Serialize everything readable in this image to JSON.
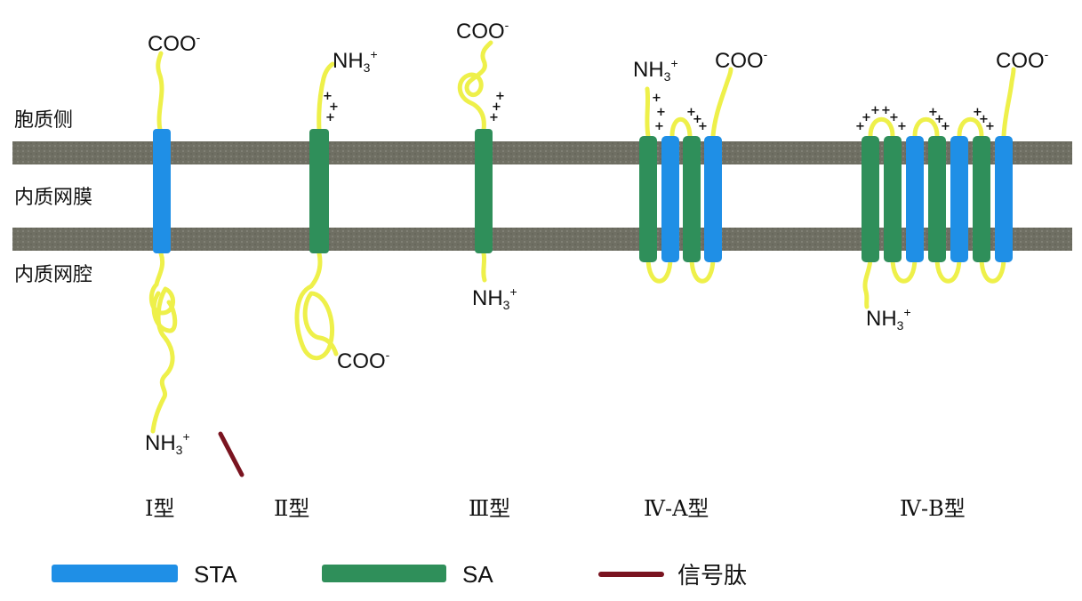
{
  "regions": {
    "cytoplasm": "胞质侧",
    "er_membrane": "内质网膜",
    "er_lumen": "内质网腔"
  },
  "termini": {
    "coo": "COO",
    "coo_charge": "-",
    "nh3": "NH",
    "nh3_sub": "3",
    "nh3_charge": "+"
  },
  "charge_symbol": "+",
  "types": [
    "Ⅰ型",
    "Ⅱ型",
    "Ⅲ型",
    "Ⅳ-A型",
    "Ⅳ-B型"
  ],
  "legend": [
    {
      "label": "STA",
      "color": "#1f8fe6"
    },
    {
      "label": "SA",
      "color": "#2f8f5a"
    },
    {
      "label": "信号肽",
      "color": "#7a1420"
    }
  ],
  "colors": {
    "membrane": "#707064",
    "chain": "#eef04a",
    "sta": "#1f8fe6",
    "sa": "#2f8f5a",
    "signal_peptide": "#7a1420"
  }
}
